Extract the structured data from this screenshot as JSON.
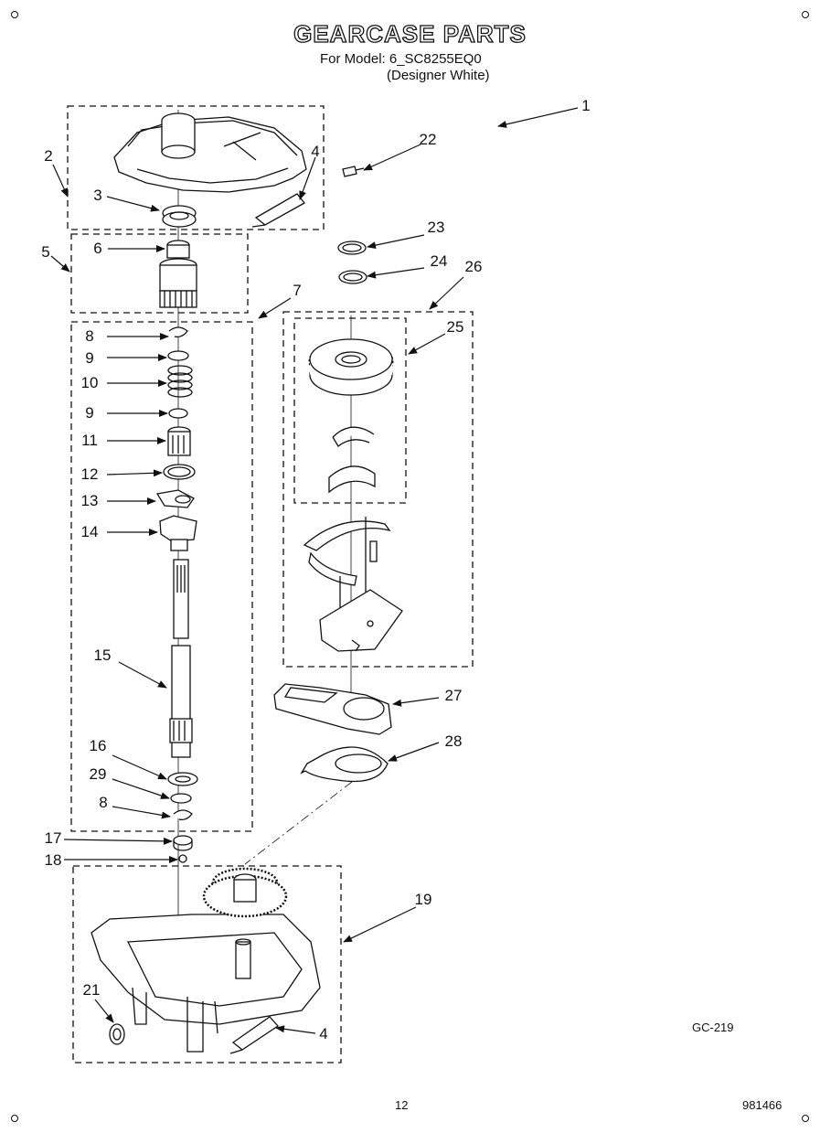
{
  "header": {
    "title": "GEARCASE PARTS",
    "model_line": "For Model: 6_SC8255EQ0",
    "variant_line": "(Designer White)"
  },
  "callouts": [
    "1",
    "2",
    "3",
    "4",
    "5",
    "6",
    "7",
    "8",
    "9",
    "10",
    "9",
    "11",
    "12",
    "13",
    "14",
    "15",
    "16",
    "29",
    "8",
    "17",
    "18",
    "19",
    "21",
    "4",
    "22",
    "23",
    "24",
    "26",
    "25",
    "27",
    "28"
  ],
  "footer": {
    "diagram_code": "GC-219",
    "page_number": "12",
    "doc_number": "981466"
  }
}
